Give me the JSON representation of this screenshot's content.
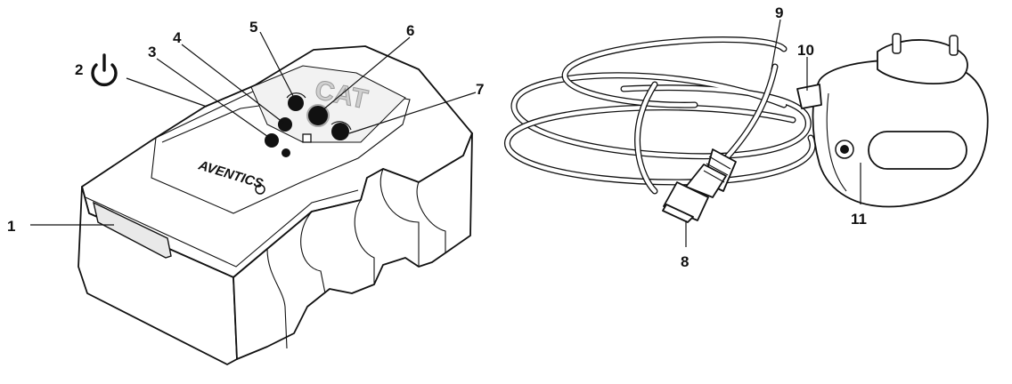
{
  "brand": {
    "label": "AVENTICS"
  },
  "panel": {
    "cat_label": "CAT"
  },
  "callouts": [
    {
      "id": "1",
      "label": "1"
    },
    {
      "id": "2",
      "label": "2"
    },
    {
      "id": "3",
      "label": "3"
    },
    {
      "id": "4",
      "label": "4"
    },
    {
      "id": "5",
      "label": "5"
    },
    {
      "id": "6",
      "label": "6"
    },
    {
      "id": "7",
      "label": "7"
    },
    {
      "id": "8",
      "label": "8"
    },
    {
      "id": "9",
      "label": "9"
    },
    {
      "id": "10",
      "label": "10"
    },
    {
      "id": "11",
      "label": "11"
    }
  ],
  "icons": {
    "power": "power-icon",
    "bluetooth": "bluetooth-icon",
    "battery": "battery-icon",
    "wifi": "wifi-icon",
    "refresh": "refresh-icon"
  }
}
